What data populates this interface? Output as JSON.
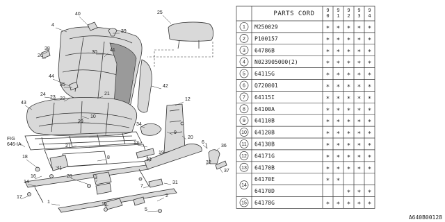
{
  "diagram": {
    "callouts": [
      {
        "text": "40"
      },
      {
        "text": "4"
      },
      {
        "text": "39"
      },
      {
        "text": "25"
      },
      {
        "text": "38"
      },
      {
        "text": "26"
      },
      {
        "text": "30"
      },
      {
        "text": "41"
      },
      {
        "text": "44"
      },
      {
        "text": "35"
      },
      {
        "text": "24"
      },
      {
        "text": "23"
      },
      {
        "text": "22"
      },
      {
        "text": "21"
      },
      {
        "text": "42"
      },
      {
        "text": "43"
      },
      {
        "text": "10"
      },
      {
        "text": "29"
      },
      {
        "text": "12"
      },
      {
        "text": "20"
      },
      {
        "text": "34"
      },
      {
        "text": "FIG"
      },
      {
        "text": "646-IA"
      },
      {
        "text": "27"
      },
      {
        "text": "9"
      },
      {
        "text": "8"
      },
      {
        "text": "13"
      },
      {
        "text": "19"
      },
      {
        "text": "36"
      },
      {
        "text": "6"
      },
      {
        "text": "32"
      },
      {
        "text": "33"
      },
      {
        "text": "18"
      },
      {
        "text": "16"
      },
      {
        "text": "11"
      },
      {
        "text": "14"
      },
      {
        "text": "31"
      },
      {
        "text": "37"
      },
      {
        "text": "7"
      },
      {
        "text": "17"
      },
      {
        "text": "1"
      },
      {
        "text": "15"
      },
      {
        "text": "2"
      },
      {
        "text": "5"
      },
      {
        "text": "3"
      },
      {
        "text": "28"
      }
    ]
  },
  "table": {
    "header": "PARTS CORD",
    "years": [
      "90",
      "91",
      "92",
      "93",
      "94"
    ],
    "rows": [
      {
        "num": "1",
        "code": "M250029",
        "marks": [
          "*",
          "*",
          "*",
          "*",
          "*"
        ]
      },
      {
        "num": "2",
        "code": "P100157",
        "marks": [
          "*",
          "*",
          "*",
          "*",
          "*"
        ]
      },
      {
        "num": "3",
        "code": "64786B",
        "marks": [
          "*",
          "*",
          "*",
          "*",
          "*"
        ]
      },
      {
        "num": "4",
        "code": "N023905000(2)",
        "marks": [
          "*",
          "*",
          "*",
          "*",
          "*"
        ]
      },
      {
        "num": "5",
        "code": "64115G",
        "marks": [
          "*",
          "*",
          "*",
          "*",
          "*"
        ]
      },
      {
        "num": "6",
        "code": "Q720001",
        "marks": [
          "*",
          "*",
          "*",
          "*",
          "*"
        ]
      },
      {
        "num": "7",
        "code": "64115I",
        "marks": [
          "*",
          "*",
          "*",
          "*",
          "*"
        ]
      },
      {
        "num": "8",
        "code": "64100A",
        "marks": [
          "*",
          "*",
          "*",
          "*",
          "*"
        ]
      },
      {
        "num": "9",
        "code": "64110B",
        "marks": [
          "*",
          "*",
          "*",
          "*",
          "*"
        ]
      },
      {
        "num": "10",
        "code": "64120B",
        "marks": [
          "*",
          "*",
          "*",
          "*",
          "*"
        ]
      },
      {
        "num": "11",
        "code": "64130B",
        "marks": [
          "*",
          "*",
          "*",
          "*",
          "*"
        ]
      },
      {
        "num": "12",
        "code": "64171G",
        "marks": [
          "*",
          "*",
          "*",
          "*",
          "*"
        ]
      },
      {
        "num": "13",
        "code": "64170B",
        "marks": [
          "*",
          "*",
          "*",
          "*",
          "*"
        ]
      },
      {
        "num": "14",
        "code": "64170E",
        "marks": [
          "*",
          "*",
          "",
          "",
          ""
        ]
      },
      {
        "num": "",
        "code": "64170D",
        "marks": [
          "",
          "",
          "*",
          "*",
          "*"
        ]
      },
      {
        "num": "15",
        "code": "64178G",
        "marks": [
          "*",
          "*",
          "*",
          "*",
          "*"
        ]
      }
    ]
  },
  "footer": {
    "ref": "A640B00128"
  }
}
